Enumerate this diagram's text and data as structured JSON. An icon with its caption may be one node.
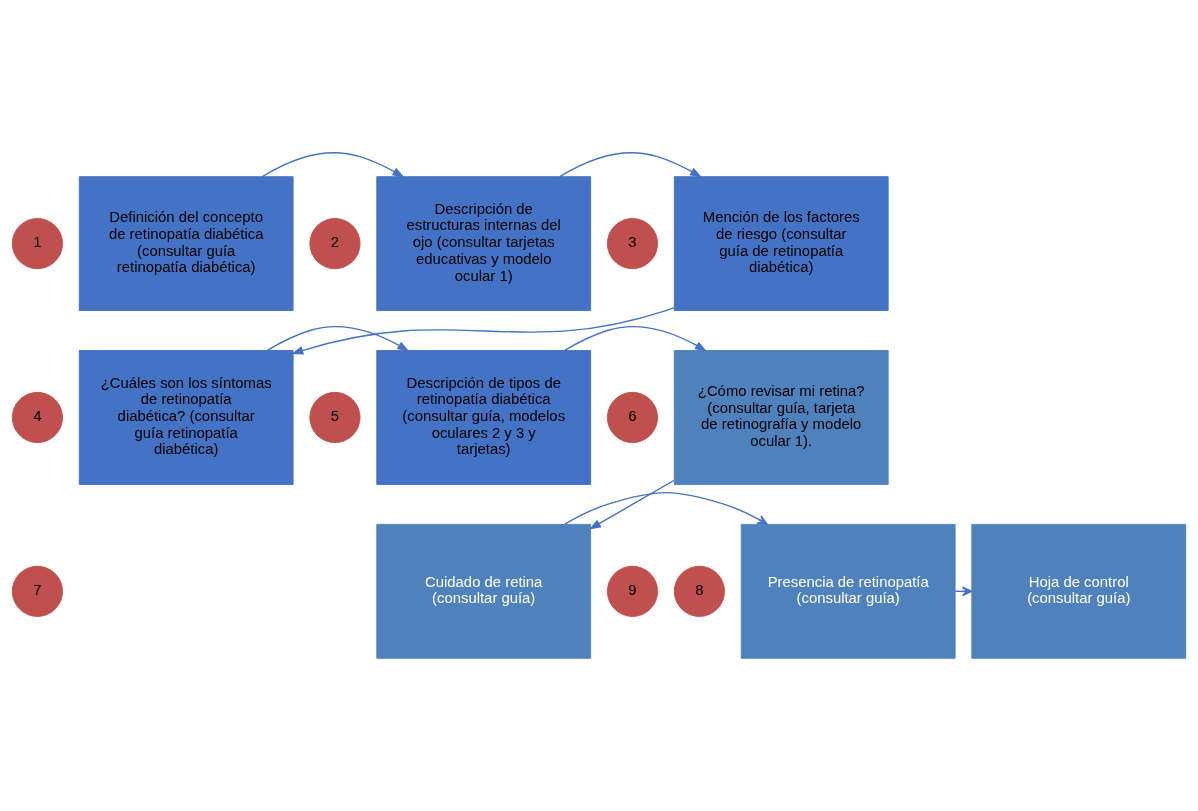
{
  "diagram": {
    "nodes": [
      {
        "text": [
          "1"
        ]
      },
      {
        "text": [
          "Definición del concepto de retinopatía diabética (consultar guía retinopatía diabética)"
        ]
      },
      {
        "text": [
          "2"
        ]
      },
      {
        "text": [
          "Descripción de estructuras internas del ojo (consultar tarjetas educativas y modelo ocular 1)"
        ]
      },
      {
        "text": [
          "3"
        ]
      },
      {
        "text": [
          "Mención de los factores de riesgo (consultar guía de retinopatía diabética)"
        ]
      },
      {
        "text": [
          "4"
        ]
      },
      {
        "text": [
          "¿Cuáles son los síntomas de retinopatía diabética? (consultar guía retinopatía diabética)"
        ]
      },
      {
        "text": [
          "5"
        ]
      },
      {
        "text": [
          "Descripción de tipos de retinopatía diabética (consultar guía, modelos oculares 2 y 3 y tarjetas)"
        ]
      },
      {
        "text": [
          "6"
        ]
      },
      {
        "text": [
          "¿Cómo revisar mi retina? (consultar guía, tarjeta de retinografía y modelo ocular 1)."
        ]
      },
      {
        "text": [
          "7"
        ]
      },
      {
        "text": [
          "Cuidado de retina (consultar guía)"
        ]
      },
      {
        "text": [
          "8"
        ]
      },
      {
        "text": [
          "Presencia de retinopatía (consultar guía)"
        ]
      },
      {
        "text": [
          "9"
        ]
      },
      {
        "text": [
          "Hoja de control (consultar guía)"
        ]
      }
    ],
    "edges": [
      {
        "from": 1,
        "to": 3,
        "arrow": "to"
      },
      {
        "from": 3,
        "to": 5,
        "arrow": "to"
      },
      {
        "from": 5,
        "to": 7,
        "arrow": "to"
      },
      {
        "from": 7,
        "to": 9,
        "arrow": "to"
      },
      {
        "from": 9,
        "to": 11,
        "arrow": "to"
      },
      {
        "from": 11,
        "to": 13,
        "arrow": "to"
      },
      {
        "from": 13,
        "to": 15,
        "arrow": "to"
      },
      {
        "from": 15,
        "to": 17,
        "arrow": "to"
      }
    ]
  }
}
